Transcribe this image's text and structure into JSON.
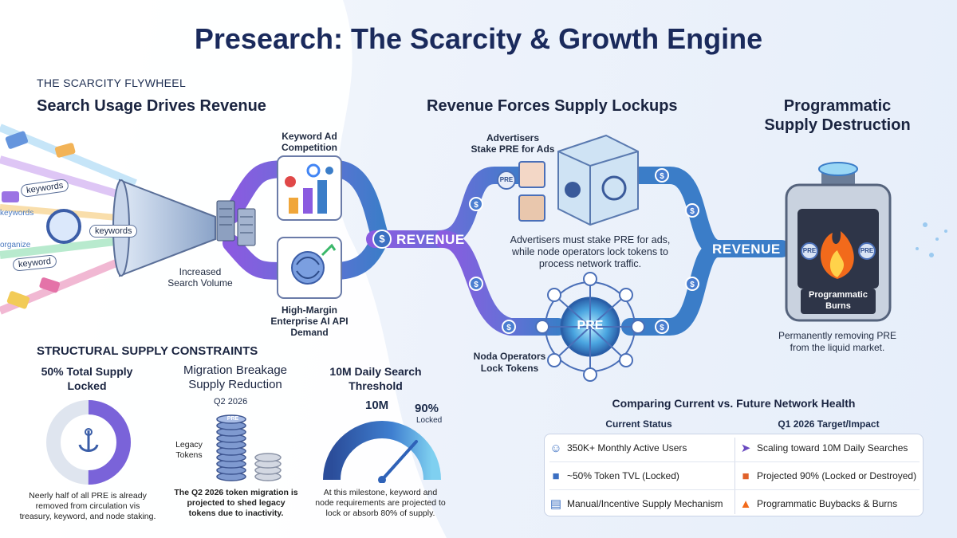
{
  "title": "Presearch: The Scarcity & Growth Engine",
  "flywheel": {
    "section_label": "THE SCARCITY FLYWHEEL",
    "stage1_heading": "Search Usage Drives Revenue",
    "stage2_heading": "Revenue Forces Supply Lockups",
    "stage3_heading_line1": "Programmatic",
    "stage3_heading_line2": "Supply Destruction",
    "funnel_keywords": [
      "keywords",
      "keywords",
      "keyword",
      "keywords",
      "organize"
    ],
    "increased_search_line1": "Increased",
    "increased_search_line2": "Search Volume",
    "keyword_ad_line1": "Keyword Ad",
    "keyword_ad_line2": "Competition",
    "enterprise_line1": "High-Margin",
    "enterprise_line2": "Enterprise AI API",
    "enterprise_line3": "Demand",
    "revenue_label_1": "REVENUE",
    "revenue_label_2": "REVENUE",
    "advertisers_line1": "Advertisers",
    "advertisers_line2": "Stake PRE for Ads",
    "lockup_note_line1": "Advertisers must stake PRE for ads,",
    "lockup_note_line2": "while node operators lock tokens to",
    "lockup_note_line3": "process network traffic.",
    "node_ops_line1": "Noda Operators",
    "node_ops_line2": "Lock Tokens",
    "pre_token": "PRE",
    "vault_pre": "PRE",
    "burn_label_line1": "Programmatic",
    "burn_label_line2": "Burns",
    "burn_pre_left": "PRE",
    "burn_pre_right": "PRE",
    "burn_note_line1": "Permanently removing PRE",
    "burn_note_line2": "from the liquid market."
  },
  "constraints": {
    "section_label": "STRUCTURAL SUPPLY CONSTRAINTS",
    "stat1_line1": "50% Total Supply",
    "stat1_line2": "Locked",
    "stat1_value": 0.5,
    "stat1_desc_line1": "Neerly half of all PRE is already",
    "stat1_desc_line2": "removed from circulation vis",
    "stat1_desc_line3": "treasury, keyword, and node staking.",
    "stat2_line1": "Migration Breakage",
    "stat2_line2": "Supply Reduction",
    "stat2_date": "Q2 2026",
    "stat2_legacy_line1": "Legacy",
    "stat2_legacy_line2": "Tokens",
    "stat2_coin_label": "PRE",
    "stat2_desc_line1": "The Q2 2026 token migration is",
    "stat2_desc_line2": "projected to shed legacy",
    "stat2_desc_line3": "tokens due to inactivity.",
    "stat3_line1": "10M Daily Search",
    "stat3_line2": "Threshold",
    "stat3_gauge_value": "10M",
    "stat3_locked_value": "90%",
    "stat3_locked_label": "Locked",
    "stat3_desc_line1": "At this milestone, keyword and",
    "stat3_desc_line2": "node requirements are projected to",
    "stat3_desc_line3": "lock or absorb 80% of supply."
  },
  "comparison": {
    "heading": "Comparing Current vs. Future Network Health",
    "col1_header": "Current Status",
    "col2_header": "Q1 2026 Target/Impact",
    "rows": [
      {
        "current": "350K+ Monthly Active Users",
        "current_icon": "users-icon",
        "future": "Scaling toward 10M Daily Searches",
        "future_icon": "rocket-icon"
      },
      {
        "current": "~50% Token TVL (Locked)",
        "current_icon": "lock-icon",
        "future": "Projected 90% (Locked or Destroyed)",
        "future_icon": "lock-icon"
      },
      {
        "current": "Manual/Incentive Supply Mechanism",
        "current_icon": "settings-panel-icon",
        "future": "Programmatic Buybacks & Burns",
        "future_icon": "flame-icon"
      }
    ]
  },
  "colors": {
    "pipe_start": "#7b5ad8",
    "pipe_end": "#3f7fc9",
    "title": "#1a2a5c",
    "burn_orange": "#f26a1b",
    "gauge_blue": "#2f62b8"
  }
}
